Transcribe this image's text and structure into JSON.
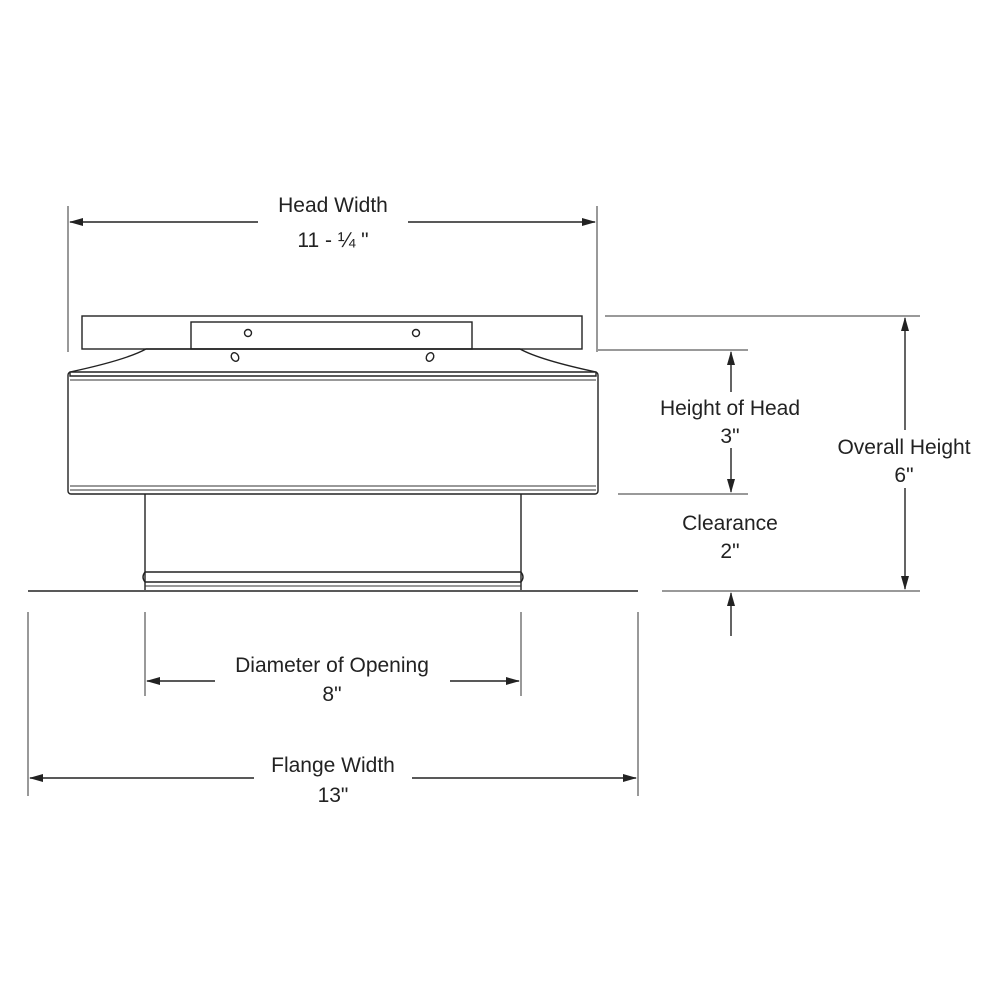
{
  "dimensions": {
    "head_width": {
      "label": "Head Width",
      "value": "11 - ¼ \""
    },
    "height_of_head": {
      "label": "Height of Head",
      "value": "3\""
    },
    "overall_height": {
      "label": "Overall Height",
      "value": "6\""
    },
    "clearance": {
      "label": "Clearance",
      "value": "2\""
    },
    "diameter_of_opening": {
      "label": "Diameter of Opening",
      "value": "8\""
    },
    "flange_width": {
      "label": "Flange Width",
      "value": "13\""
    }
  },
  "colors": {
    "line": "#222222",
    "background": "#ffffff"
  }
}
